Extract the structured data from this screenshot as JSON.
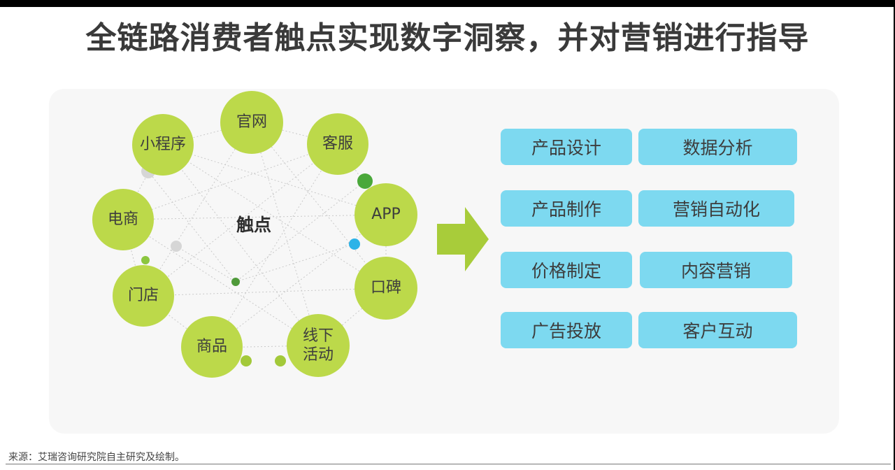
{
  "title": "全链路消费者触点实现数字洞察，并对营销进行指导",
  "diagram": {
    "center": "触点",
    "touchpoints": [
      "官网",
      "客服",
      "APP",
      "口碑",
      "线下\n活动",
      "商品",
      "门店",
      "电商",
      "小程序"
    ],
    "arrow_color": "#a8cc3a",
    "node_color": "#bcd94a",
    "box_color": "#7dd9f0"
  },
  "outcomes": [
    "产品设计",
    "数据分析",
    "产品制作",
    "营销自动化",
    "价格制定",
    "内容营销",
    "广告投放",
    "客户互动"
  ],
  "source": "来源：艾瑞咨询研究院自主研究及绘制。"
}
